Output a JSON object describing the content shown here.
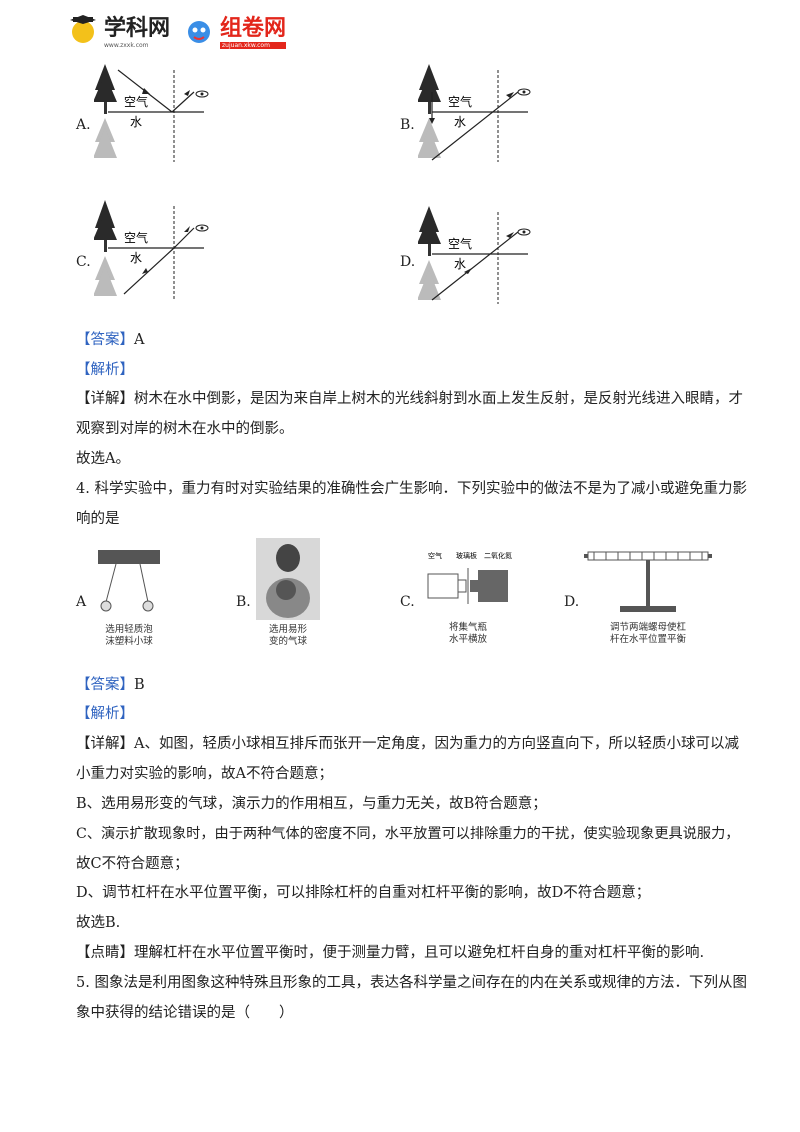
{
  "header": {
    "logo1_text": "学科网",
    "logo1_url": "www.zxxk.com",
    "logo2_text": "组卷网",
    "logo2_url": "zujuan.xkw.com"
  },
  "q3_figures": {
    "labels": [
      "A.",
      "B.",
      "C.",
      "D."
    ],
    "air": "空气",
    "water": "水"
  },
  "q3": {
    "answer_tag": "【答案】",
    "answer": "A",
    "analysis_tag": "【解析】",
    "detail_tag": "【详解】",
    "detail_line1": "树木在水中倒影，是因为来自岸上树木的光线斜射到水面上发生反射，是反射光线进入眼睛，才",
    "detail_line2": "观察到对岸的树木在水中的倒影。",
    "conclusion": "故选A。"
  },
  "q4": {
    "stem_line1": "4. 科学实验中，重力有时对实验结果的准确性会广生影响．下列实验中的做法不是为了减小或避免重力影",
    "stem_line2": "响的是",
    "options": [
      {
        "label": "A",
        "caption1": "选用轻质泡",
        "caption2": "沫塑料小球"
      },
      {
        "label": "B.",
        "caption1": "选用易形",
        "caption2": "变的气球"
      },
      {
        "label": "C.",
        "caption1": "将集气瓶",
        "caption2": "水平横放",
        "fig_air": "空气",
        "fig_glass": "玻璃板",
        "fig_gas": "二氧化氮"
      },
      {
        "label": "D.",
        "caption1": "调节两端螺母使杠",
        "caption2": "杆在水平位置平衡"
      }
    ],
    "answer_tag": "【答案】",
    "answer": "B",
    "analysis_tag": "【解析】",
    "detail_tag": "【详解】",
    "detail_lines": [
      "A、如图，轻质小球相互排斥而张开一定角度，因为重力的方向竖直向下，所以轻质小球可以减",
      "小重力对实验的影响，故A不符合题意；",
      "B、选用易形变的气球，演示力的作用相互，与重力无关，故B符合题意；",
      "C、演示扩散现象时，由于两种气体的密度不同，水平放置可以排除重力的干扰，使实验现象更具说服力，",
      "故C不符合题意；",
      "D、调节杠杆在水平位置平衡，可以排除杠杆的自重对杠杆平衡的影响，故D不符合题意；",
      "故选B."
    ],
    "comment_tag": "【点睛】",
    "comment": "理解杠杆在水平位置平衡时，便于测量力臂，且可以避免杠杆自身的重对杠杆平衡的影响."
  },
  "q5": {
    "stem_line1": "5. 图象法是利用图象这种特殊且形象的工具，表达各科学量之间存在的内在关系或规律的方法．下列从图",
    "stem_line2": "象中获得的结论错误的是（　　）"
  }
}
